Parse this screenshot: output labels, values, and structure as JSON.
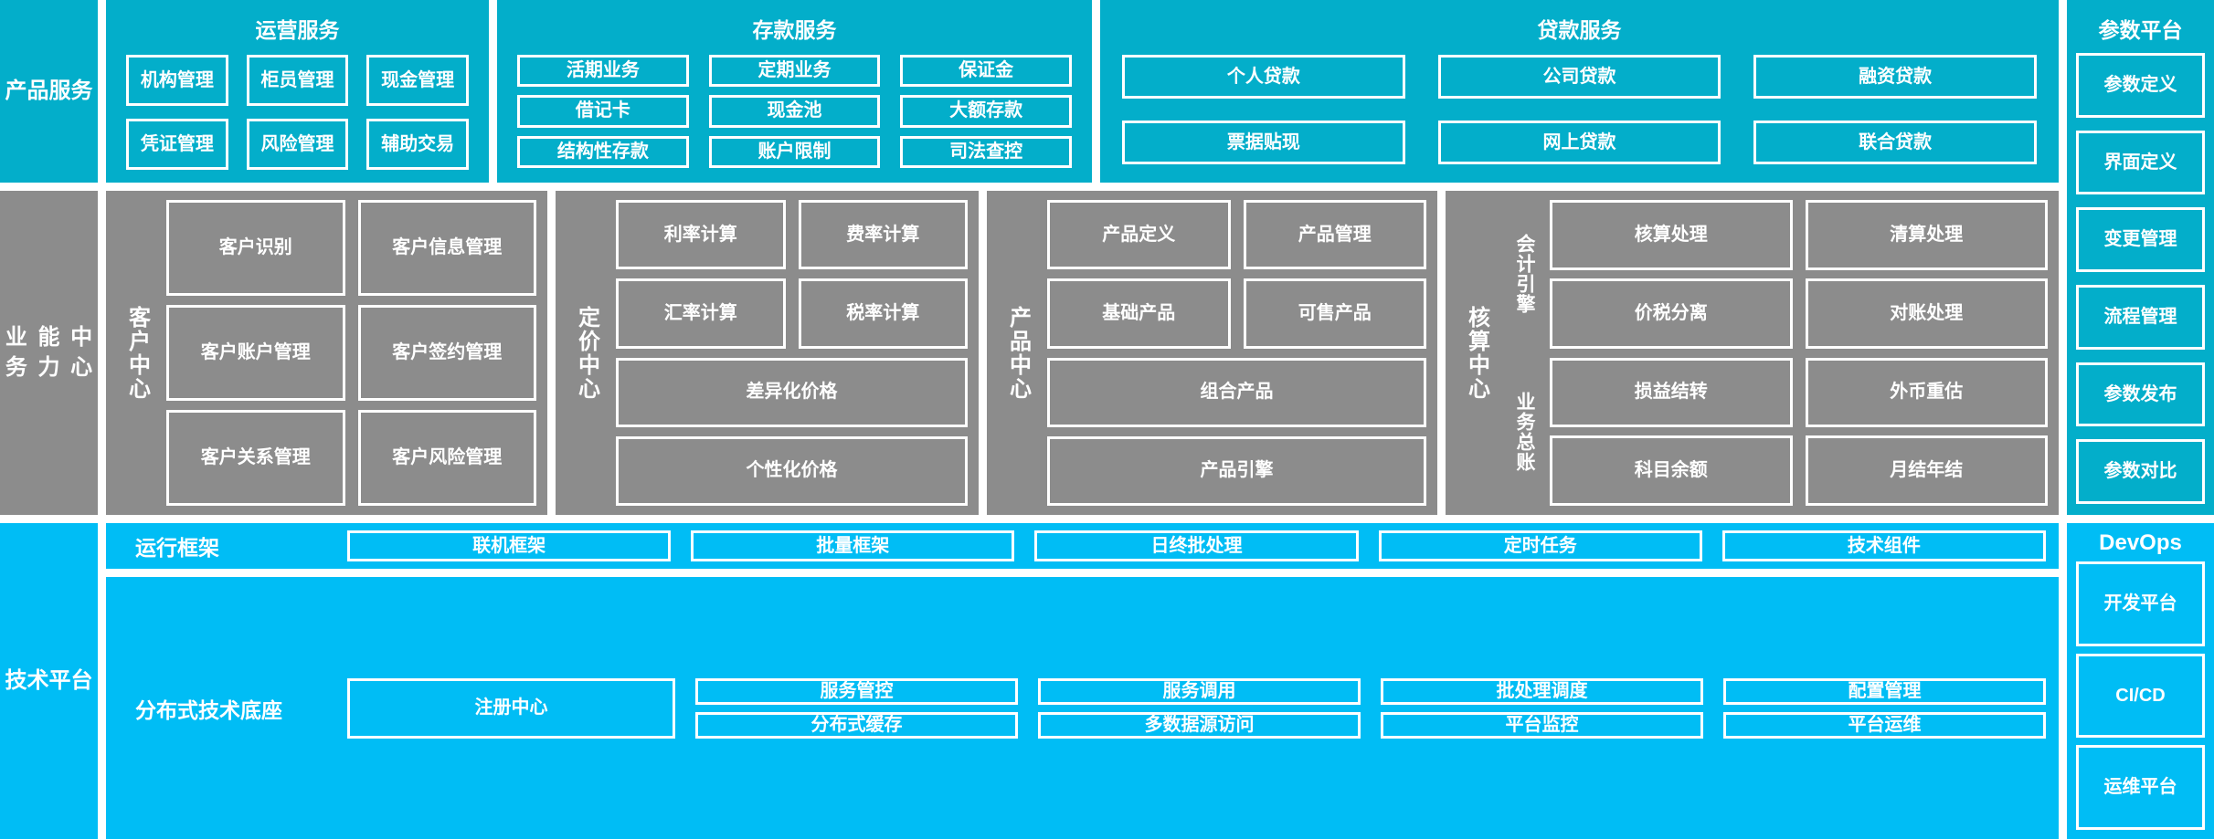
{
  "layers": {
    "product_services": {
      "label": "产品\n服务",
      "label_lines": [
        "产品",
        "服务"
      ],
      "color": "#03AECA",
      "panels": [
        {
          "title": "运营服务",
          "items": [
            "机构管理",
            "柜员管理",
            "现金管理",
            "凭证管理",
            "风险管理",
            "辅助交易"
          ]
        },
        {
          "title": "存款服务",
          "items": [
            "活期业务",
            "定期业务",
            "保证金",
            "借记卡",
            "现金池",
            "大额存款",
            "结构性存款",
            "账户限制",
            "司法查控"
          ]
        },
        {
          "title": "贷款服务",
          "items": [
            "个人贷款",
            "公司贷款",
            "融资贷款",
            "票据贴现",
            "网上贷款",
            "联合贷款"
          ]
        }
      ]
    },
    "business_capability": {
      "label_lines": [
        "业务",
        "能力",
        "中心"
      ],
      "color": "#8C8C8C",
      "centers": [
        {
          "name": "客户中心",
          "rows": [
            [
              "客户识别",
              "客户信息管理"
            ],
            [
              "客户账户管理",
              "客户签约管理"
            ],
            [
              "客户关系管理",
              "客户风险管理"
            ]
          ]
        },
        {
          "name": "定价中心",
          "rows": [
            [
              "利率计算",
              "费率计算"
            ],
            [
              "汇率计算",
              "税率计算"
            ],
            [
              "差异化价格"
            ],
            [
              "个性化价格"
            ]
          ]
        },
        {
          "name": "产品中心",
          "rows": [
            [
              "产品定义",
              "产品管理"
            ],
            [
              "基础产品",
              "可售产品"
            ],
            [
              "组合产品"
            ],
            [
              "产品引擎"
            ]
          ]
        },
        {
          "name": "核算中心",
          "subgroups": [
            {
              "name": "会计引擎",
              "rows": [
                [
                  "核算处理",
                  "清算处理"
                ],
                [
                  "价税分离",
                  "对账处理"
                ]
              ]
            },
            {
              "name": "业务总账",
              "rows": [
                [
                  "损益结转",
                  "外币重估"
                ],
                [
                  "科目余额",
                  "月结年结"
                ]
              ]
            }
          ]
        }
      ]
    },
    "technical_platform": {
      "label_lines": [
        "技术",
        "平台"
      ],
      "color": "#00BDF5",
      "bands": [
        {
          "label": "运行框架",
          "items": [
            "联机框架",
            "批量框架",
            "日终批处理",
            "定时任务",
            "技术组件"
          ]
        },
        {
          "label": "分布式技术底座",
          "register": "注册中心",
          "columns": [
            [
              "服务管控",
              "分布式缓存"
            ],
            [
              "服务调用",
              "多数据源访问"
            ],
            [
              "批处理调度",
              "平台监控"
            ],
            [
              "配置管理",
              "平台运维"
            ]
          ]
        }
      ]
    }
  },
  "right_columns": {
    "parameter_platform": {
      "title": "参数平台",
      "color": "#03AECA",
      "items": [
        "参数定义",
        "界面定义",
        "变更管理",
        "流程管理",
        "参数发布",
        "参数对比"
      ]
    },
    "devops": {
      "title": "DevOps",
      "color": "#00BDF5",
      "items": [
        "开发平台",
        "CI/CD",
        "运维平台"
      ]
    }
  }
}
